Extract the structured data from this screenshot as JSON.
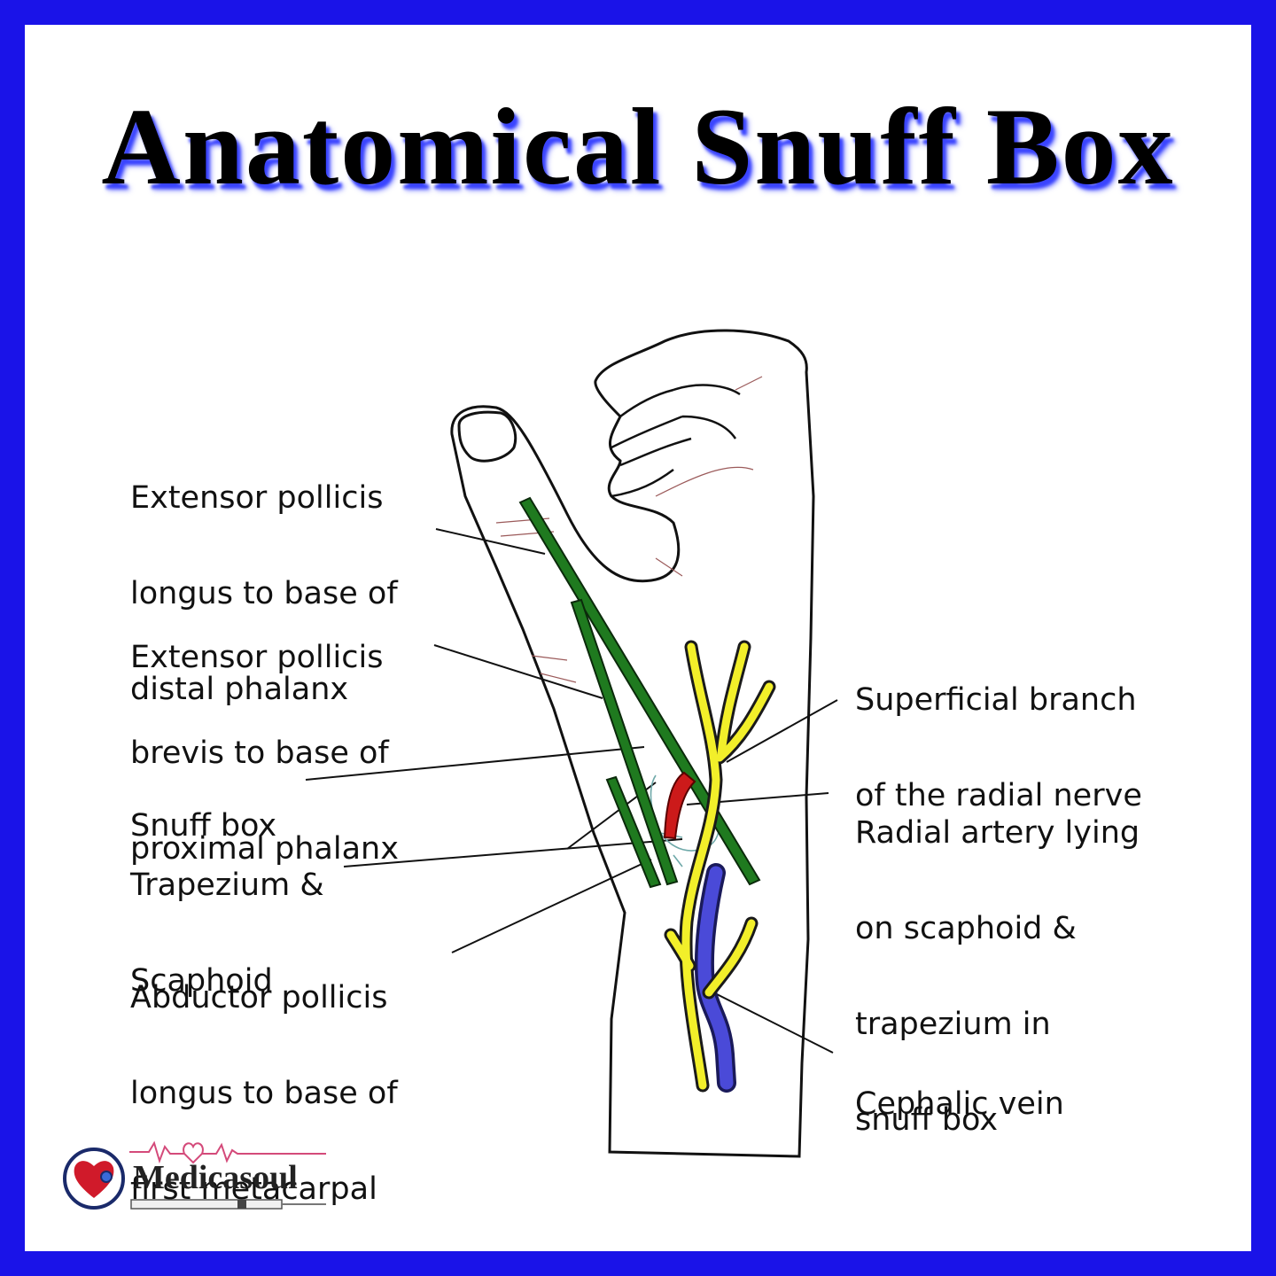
{
  "title": "Anatomical Snuff Box",
  "colors": {
    "border": "#1a13e8",
    "title_shadow": "#3a44ff",
    "tendon": "#1f7a1f",
    "nerve": "#f2ef2a",
    "artery": "#cc1a1a",
    "vein": "#4a4ad8"
  },
  "labels_left": {
    "epl": [
      "Extensor pollicis",
      "longus to base of",
      "distal phalanx"
    ],
    "epb": [
      "Extensor pollicis",
      "brevis to base of",
      "proximal phalanx"
    ],
    "snuffbox": [
      "Snuff box"
    ],
    "bones": [
      "Trapezium &",
      "Scaphoid"
    ],
    "apl": [
      "Abductor pollicis",
      "longus to base of",
      "first metacarpal"
    ]
  },
  "labels_right": {
    "nerve": [
      "Superficial branch",
      "of the radial nerve"
    ],
    "artery": [
      "Radial artery lying",
      "on scaphoid &",
      "trapezium in",
      "snuff box"
    ],
    "vein": [
      "Cephalic vein"
    ]
  },
  "logo": {
    "name": "Medicasoul",
    "icon": "heart-stethoscope-icon"
  }
}
